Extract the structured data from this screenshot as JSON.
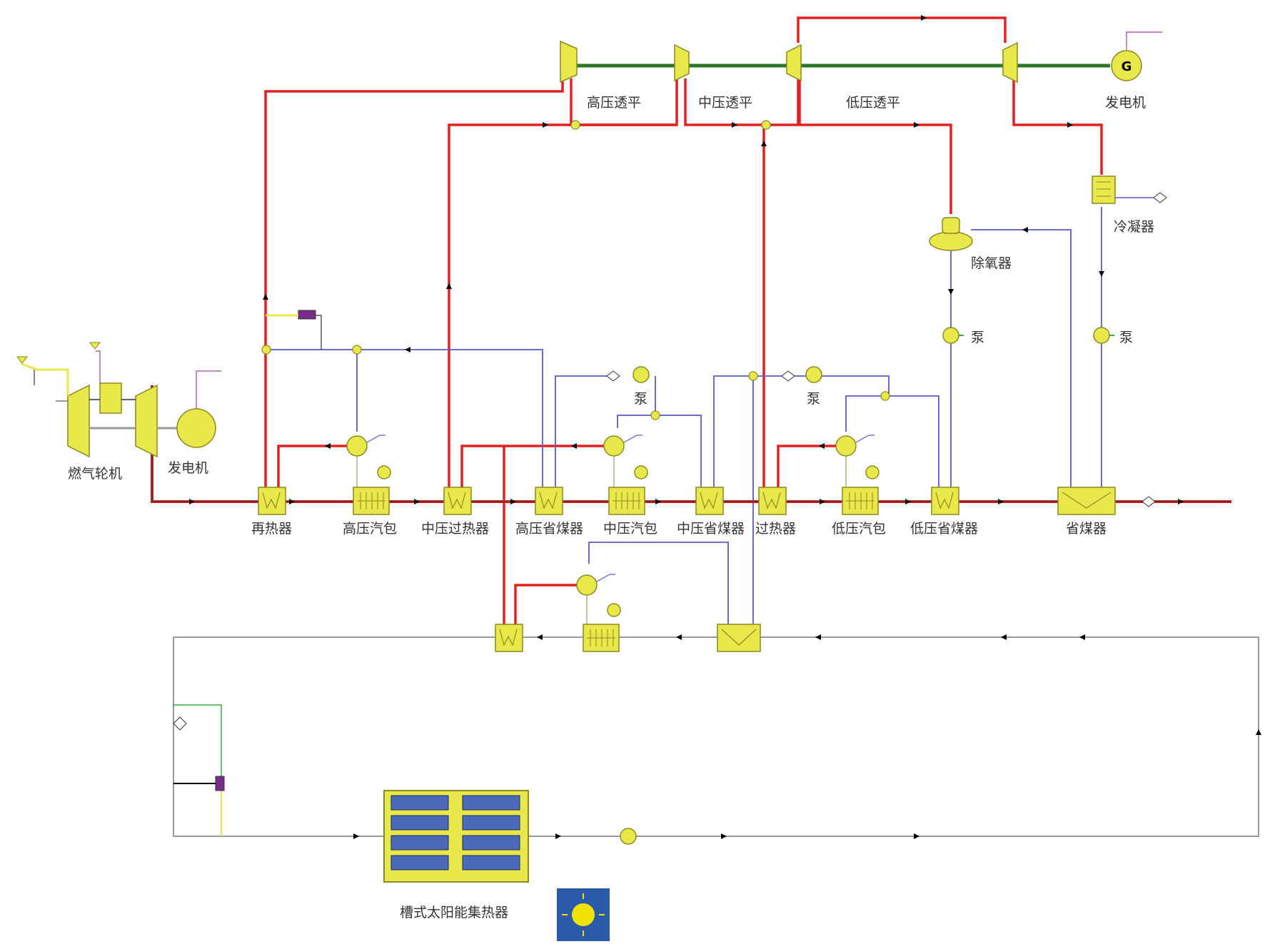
{
  "labels": {
    "hp_turbine": "高压透平",
    "ip_turbine": "中压透平",
    "lp_turbine": "低压透平",
    "st_generator": "发电机",
    "condenser": "冷凝器",
    "deaerator": "除氧器",
    "pump_lp_feed": "泵",
    "pump_cond": "泵",
    "pump_hp": "泵",
    "pump_ip": "泵",
    "gas_turbine": "燃气轮机",
    "gt_generator": "发电机",
    "reheater": "再热器",
    "hp_drum": "高压汽包",
    "ip_superheater": "中压过热器",
    "hp_economizer": "高压省煤器",
    "ip_drum": "中压汽包",
    "ip_economizer": "中压省煤器",
    "superheater": "过热器",
    "lp_drum": "低压汽包",
    "lp_economizer": "低压省煤器",
    "economizer": "省煤器",
    "solar_collector": "槽式太阳能集热器",
    "generator_symbol": "G"
  },
  "colors": {
    "steam": "#e32020",
    "water": "#5a5ac8",
    "oil": "#999999",
    "shaft": "#2a7a2a",
    "flue": "#333333",
    "equipment": "#e8e84a",
    "equipment_stroke": "#8a8a20",
    "sun_panel": "#2a5aa8",
    "sun": "#f2e200",
    "valve": "#7a2a8a"
  }
}
